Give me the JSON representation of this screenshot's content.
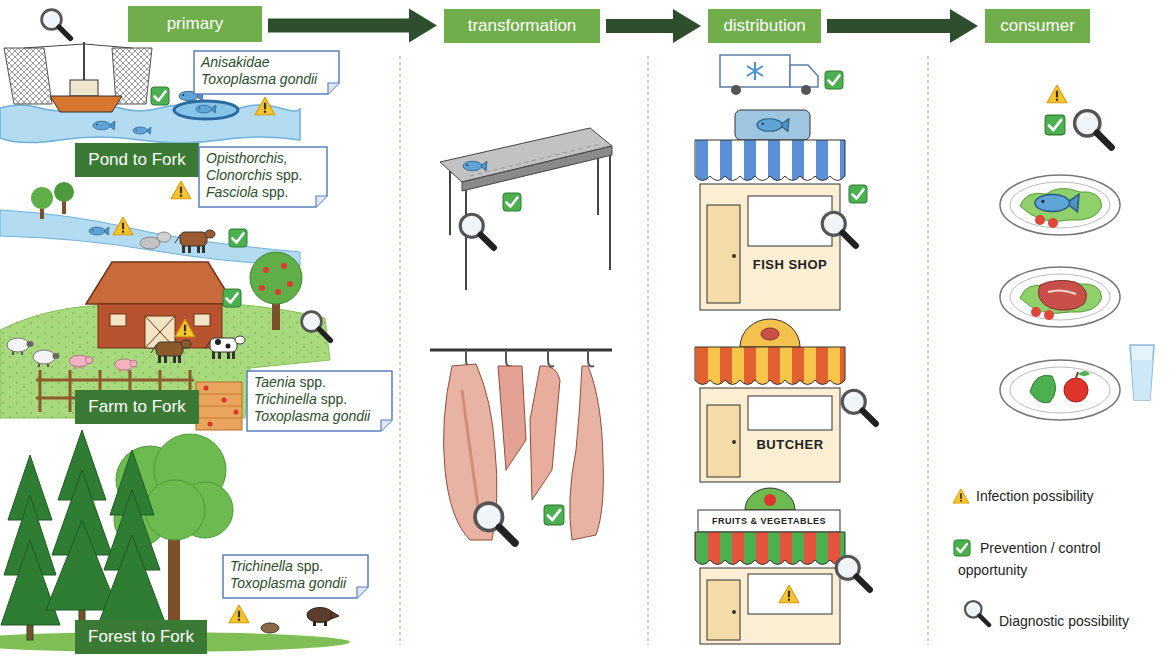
{
  "diagram": {
    "nodes": [
      {
        "text": [
          "primary"
        ]
      },
      {
        "text": [
          "transformation"
        ]
      },
      {
        "text": [
          "distribution"
        ]
      },
      {
        "text": [
          "consumer"
        ]
      },
      {
        "text": [
          "Anisakidae",
          "Toxoplasma gondii"
        ]
      },
      {
        "text": [
          "Pond to Fork"
        ]
      },
      {
        "text": [
          "Opisthorchis,",
          "Clonorchis spp.",
          "Fasciola spp."
        ]
      },
      {
        "text": [
          "Taenia spp.",
          "Trichinella spp.",
          "Toxoplasma gondii"
        ]
      },
      {
        "text": [
          "Farm to Fork"
        ]
      },
      {
        "text": [
          "Trichinella spp.",
          "Toxoplasma gondii"
        ]
      },
      {
        "text": [
          "Forest to Fork"
        ]
      }
    ],
    "edges": [
      {
        "from": 0,
        "to": 1,
        "arrow": "to"
      },
      {
        "from": 1,
        "to": 2,
        "arrow": "to"
      },
      {
        "from": 2,
        "to": 3,
        "arrow": "to"
      }
    ],
    "labels": [
      "FISH SHOP",
      "BUTCHER",
      "FRUITS & VEGETABLES"
    ],
    "legend": [
      {
        "text": "Infection possibility"
      },
      {
        "text": "Prevention / control opportunity"
      },
      {
        "text": "Diagnostic possibility"
      }
    ]
  }
}
